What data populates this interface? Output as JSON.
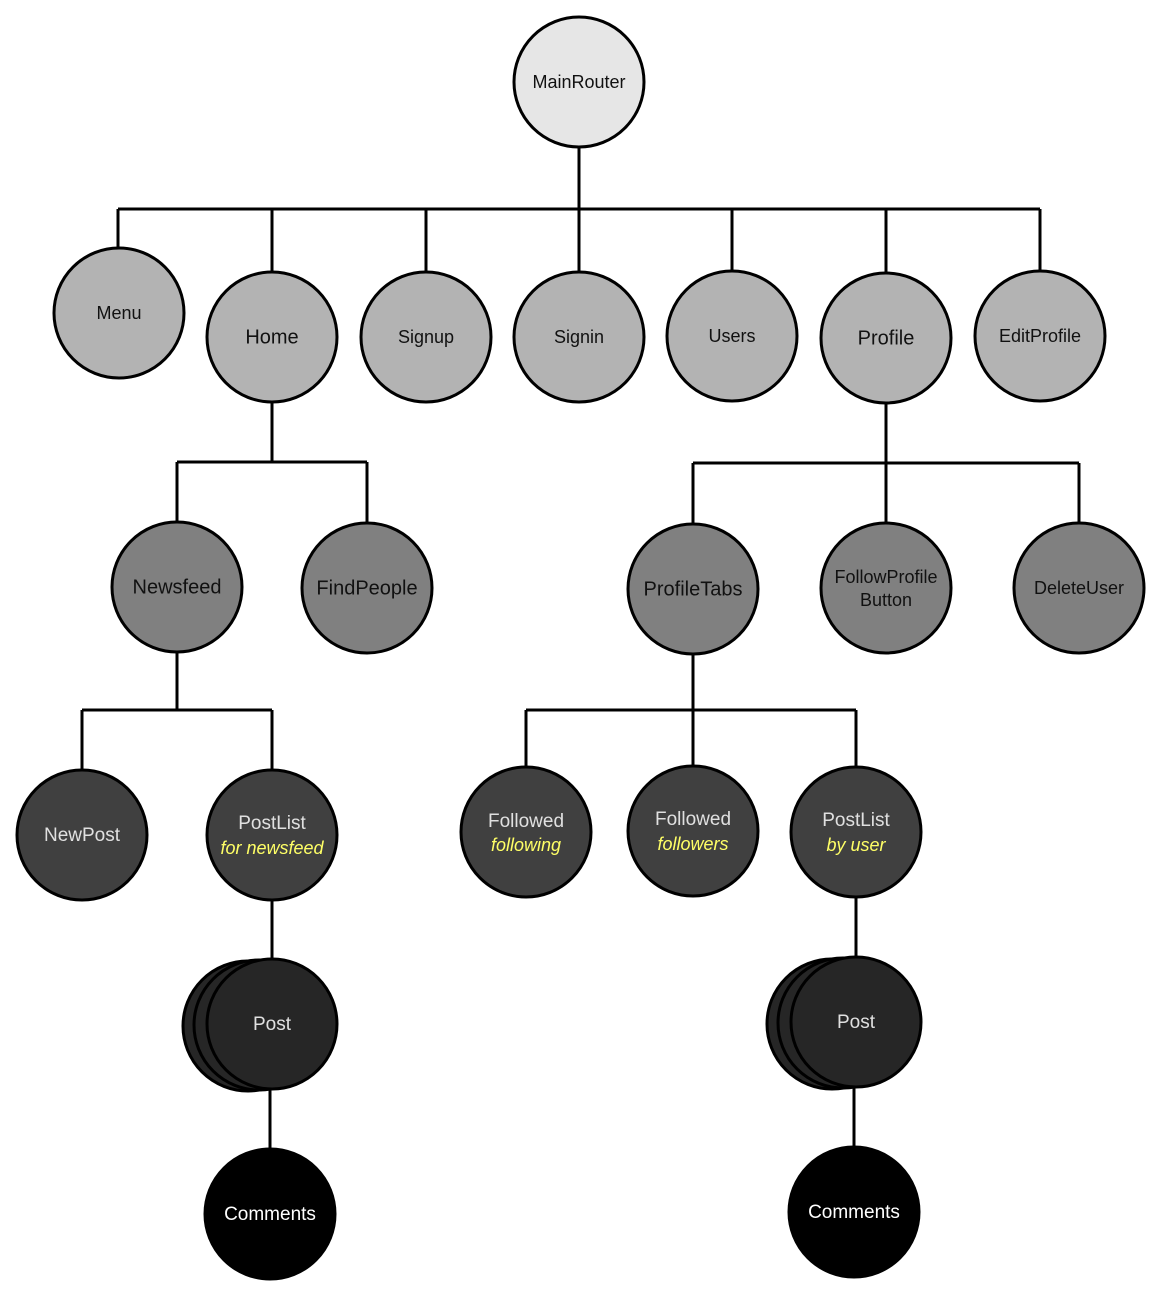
{
  "diagram": {
    "colors": {
      "root": "#e6e6e6",
      "level1": "#b3b3b3",
      "level2": "#808080",
      "level3": "#404040",
      "post": "#262626",
      "comments": "#000000",
      "subtitle": "#ffff66"
    },
    "root": "MainRouter",
    "level1": [
      "Menu",
      "Home",
      "Signup",
      "Signin",
      "Users",
      "Profile",
      "EditProfile"
    ],
    "home_children": [
      "Newsfeed",
      "FindPeople"
    ],
    "profile_children": [
      "ProfileTabs",
      "FollowProfile",
      "Button",
      "DeleteUser"
    ],
    "newsfeed_children": {
      "newpost": "NewPost",
      "postlist": "PostList",
      "postlist_sub": "for newsfeed"
    },
    "profiletabs_children": {
      "following": "Followed",
      "following_sub": "following",
      "followers": "Followed",
      "followers_sub": "followers",
      "postlist": "PostList",
      "postlist_sub": "by user"
    },
    "post": "Post",
    "comments": "Comments"
  }
}
